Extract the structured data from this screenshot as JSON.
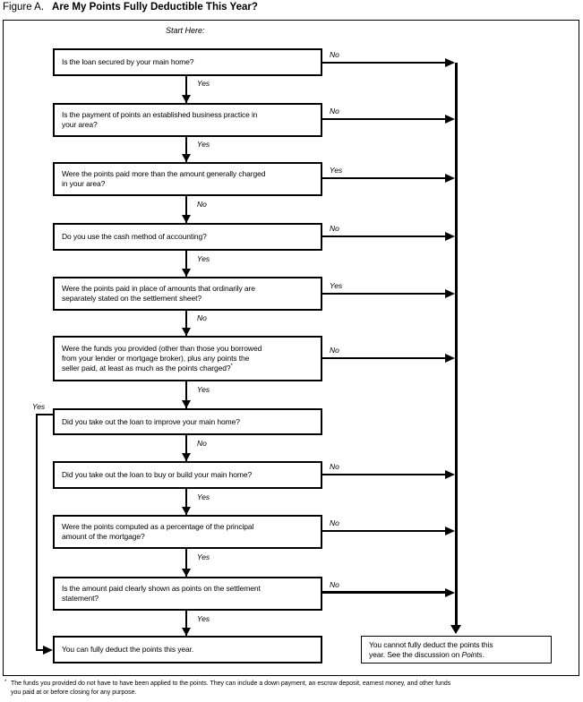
{
  "title": {
    "figure_label": "Figure A.",
    "figure_title": "Are My Points Fully Deductible This Year?"
  },
  "start_label": "Start Here:",
  "questions": [
    {
      "text": "Is the loan secured by your main home?",
      "side_label": "No",
      "down_label": "Yes"
    },
    {
      "text": "Is the payment of points an established business practice in\nyour area?",
      "side_label": "No",
      "down_label": "Yes"
    },
    {
      "text": "Were the points paid more than the amount generally charged\nin your area?",
      "side_label": "Yes",
      "down_label": "No"
    },
    {
      "text": "Do you use the cash method of accounting?",
      "side_label": "No",
      "down_label": "Yes"
    },
    {
      "text": "Were the points paid in place of amounts that ordinarily are\nseparately stated on the settlement sheet?",
      "side_label": "Yes",
      "down_label": "No"
    },
    {
      "text": "Were the funds you provided (other than those you borrowed\nfrom your lender or mortgage broker), plus any points the\nseller paid, at least as much as the points charged?",
      "footnote_marker": "*",
      "side_label": "No",
      "down_label": "Yes"
    },
    {
      "text": "Did you take out the loan to improve your main home?",
      "side_label": "Yes",
      "down_label": "No"
    },
    {
      "text": "Did you take out the loan to buy or build your main home?",
      "side_label": "No",
      "down_label": "Yes"
    },
    {
      "text": "Were the points computed as a percentage of the principal\namount of the mortgage?",
      "side_label": "No",
      "down_label": "Yes"
    },
    {
      "text": "Is the amount paid clearly shown as points on the settlement\nstatement?",
      "side_label": "No",
      "down_label": "Yes"
    }
  ],
  "results": {
    "deductible": "You can fully deduct the points this year.",
    "not_deductible_pre": "You cannot fully deduct the points this\nyear. See the discussion on ",
    "not_deductible_italic": "Points",
    "not_deductible_post": "."
  },
  "footnote": {
    "marker": "*",
    "text": "The funds you provided do not have to have been applied to the points. They can include a down payment, an escrow deposit, earnest money, and other funds\nyou paid at or before closing for any purpose."
  },
  "colors": {
    "ink": "#000000",
    "paper": "#ffffff"
  }
}
